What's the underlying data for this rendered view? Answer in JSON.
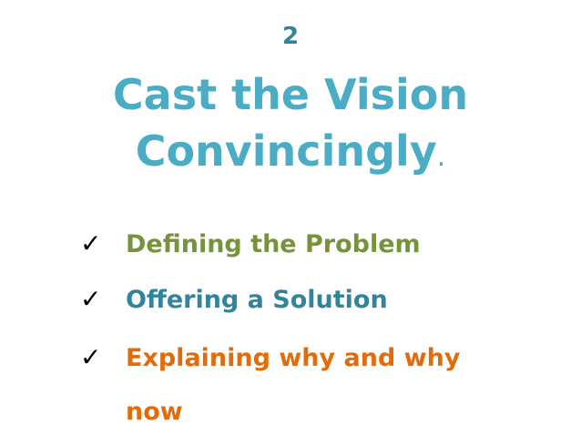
{
  "slide": {
    "number": "2",
    "title_line1": "Cast the Vision",
    "title_line2": "Convincingly",
    "title_period": ".",
    "bullets": [
      {
        "check": "✓",
        "text": "Defining the Problem",
        "color": "#76923c"
      },
      {
        "check": "✓",
        "text": "Offering a Solution",
        "color": "#31849b"
      },
      {
        "check": "✓",
        "text": "Explaining why and why",
        "color": "#e36c0a"
      }
    ],
    "bullet3_continuation": "now",
    "colors": {
      "title": "#4bacc6",
      "number": "#31849b",
      "background": "#ffffff"
    }
  }
}
